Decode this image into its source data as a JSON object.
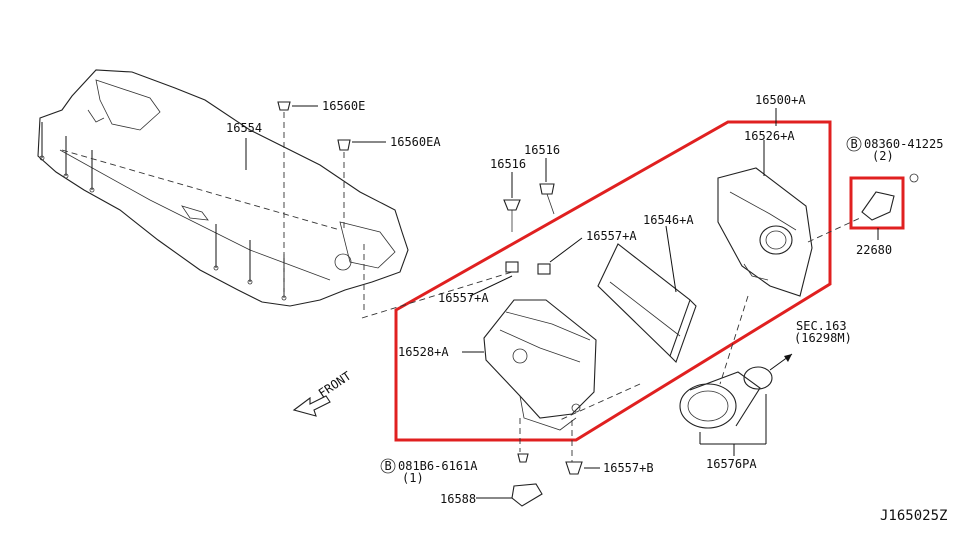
{
  "diagram_id": "J165025Z",
  "front_label": "FRONT",
  "highlight_color": "#e02020",
  "parts": {
    "p16500A": "16500+A",
    "p16526A": "16526+A",
    "p16546A": "16546+A",
    "p16528A": "16528+A",
    "p16557A_1": "16557+A",
    "p16557A_2": "16557+A",
    "p16557B": "16557+B",
    "p16516_1": "16516",
    "p16516_2": "16516",
    "p16554": "16554",
    "p16560E": "16560E",
    "p16560EA": "16560EA",
    "p22680": "22680",
    "p16576PA": "16576PA",
    "p16588": "16588",
    "bolt_08360": "08360-41225",
    "bolt_08360_qty": "(2)",
    "bolt_081B6": "081B6-6161A",
    "bolt_081B6_qty": "(1)",
    "sec_ref": "SEC.163",
    "sec_ref_sub": "(16298M)",
    "bolt_prefix": "B"
  }
}
